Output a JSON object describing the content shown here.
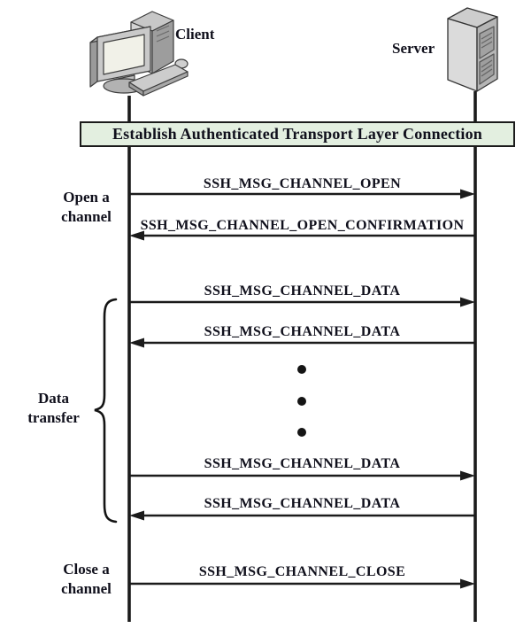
{
  "diagram": {
    "banner": "Establish Authenticated Transport Layer Connection",
    "actors": {
      "client": "Client",
      "server": "Server"
    },
    "phases": [
      {
        "line1": "Open a",
        "line2": "channel"
      },
      {
        "line1": "Data",
        "line2": "transfer"
      },
      {
        "line1": "Close a",
        "line2": "channel"
      }
    ],
    "messages": [
      {
        "label": "SSH_MSG_CHANNEL_OPEN",
        "from": "client",
        "to": "server"
      },
      {
        "label": "SSH_MSG_CHANNEL_OPEN_CONFIRMATION",
        "from": "server",
        "to": "client"
      },
      {
        "label": "SSH_MSG_CHANNEL_DATA",
        "from": "client",
        "to": "server"
      },
      {
        "label": "SSH_MSG_CHANNEL_DATA",
        "from": "server",
        "to": "client"
      },
      {
        "label": "SSH_MSG_CHANNEL_DATA",
        "from": "client",
        "to": "server"
      },
      {
        "label": "SSH_MSG_CHANNEL_DATA",
        "from": "server",
        "to": "client"
      },
      {
        "label": "SSH_MSG_CHANNEL_CLOSE",
        "from": "client",
        "to": "server"
      }
    ],
    "ellipsis_dots": 3,
    "colors": {
      "banner_fill": "#e3efe0",
      "line": "#1b1b1b",
      "text": "#10101c",
      "background": "#ffffff"
    }
  }
}
